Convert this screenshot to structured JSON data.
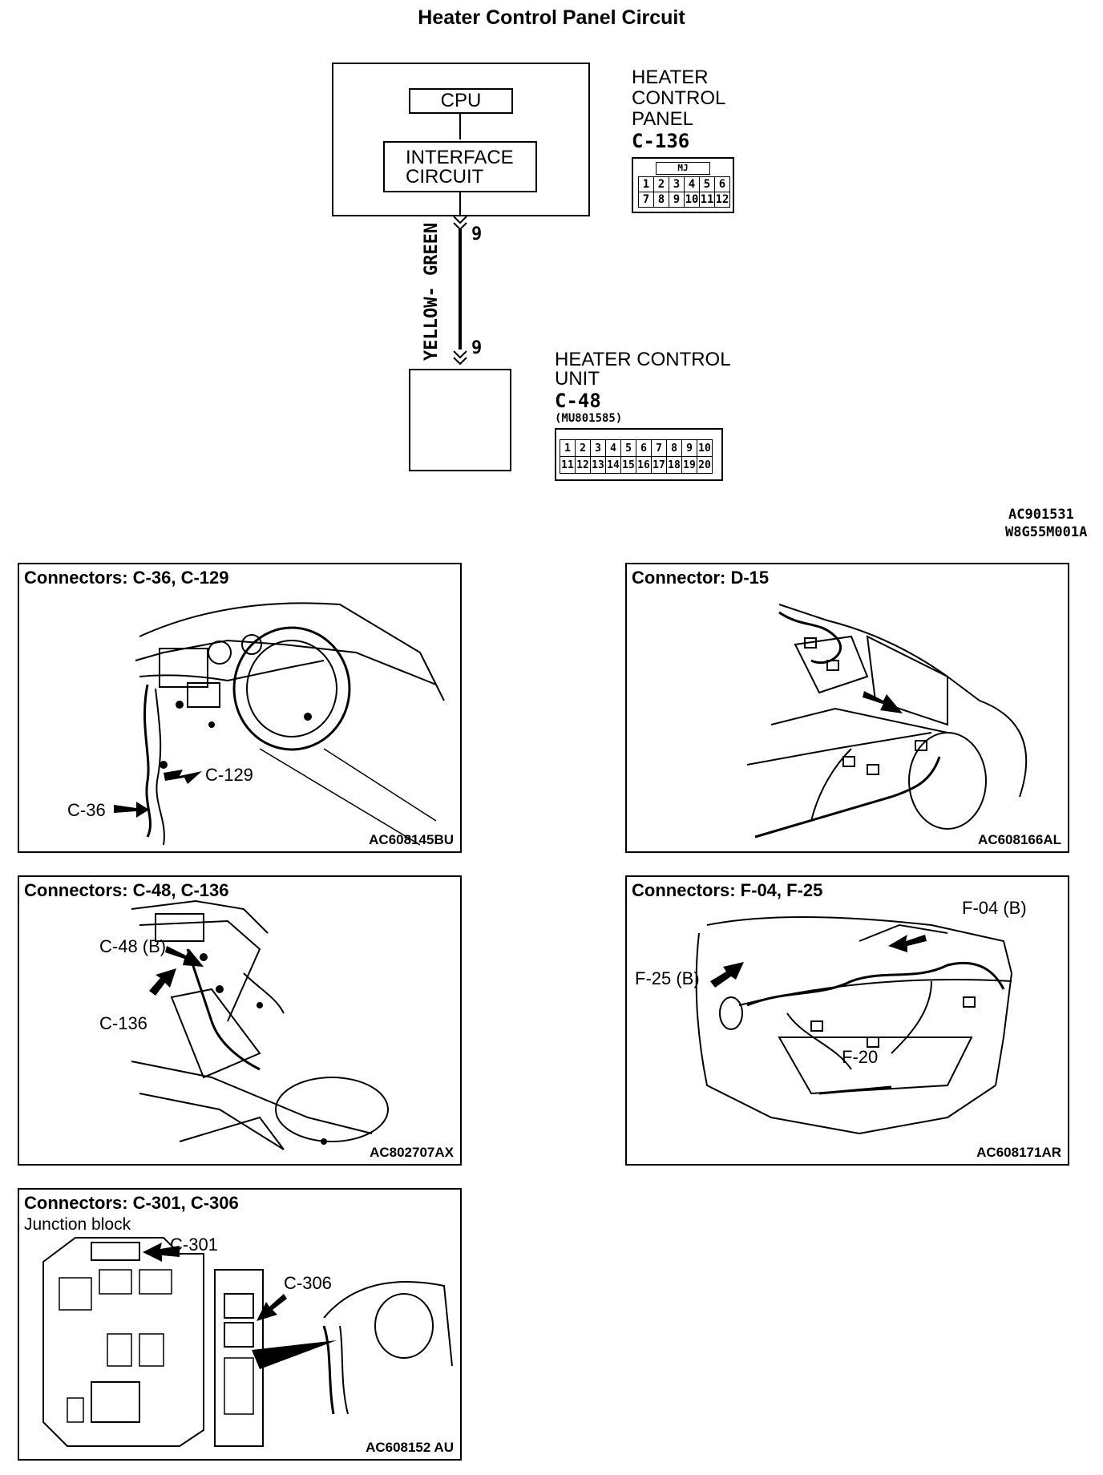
{
  "title": "Heater Control Panel Circuit",
  "schematic": {
    "panel_box": {
      "cpu_label": "CPU",
      "interface_label_line1": "INTERFACE",
      "interface_label_line2": "CIRCUIT"
    },
    "heater_control_panel": {
      "name_line1": "HEATER",
      "name_line2": "CONTROL",
      "name_line3": "PANEL",
      "connector": "C-136",
      "connector_type": "MJ",
      "pins_row1": [
        "1",
        "2",
        "3",
        "4",
        "5",
        "6"
      ],
      "pins_row2": [
        "7",
        "8",
        "9",
        "10",
        "11",
        "12"
      ]
    },
    "wire": {
      "color_label": "YELLOW- GREEN",
      "pin_top": "9",
      "pin_bottom": "9"
    },
    "heater_control_unit": {
      "name_line1": "HEATER CONTROL",
      "name_line2": "UNIT",
      "connector": "C-48",
      "part_number": "(MU801585)",
      "pins_row1": [
        "1",
        "2",
        "3",
        "4",
        "5",
        "6",
        "7",
        "8",
        "9",
        "10"
      ],
      "pins_row2": [
        "11",
        "12",
        "13",
        "14",
        "15",
        "16",
        "17",
        "18",
        "19",
        "20"
      ]
    },
    "codes": [
      "AC901531",
      "W8G55M001A"
    ]
  },
  "panels": [
    {
      "title": "Connectors: C-36, C-129",
      "code": "AC608145BU",
      "callouts": [
        "C-129",
        "C-36"
      ]
    },
    {
      "title": "Connector: D-15",
      "code": "AC608166AL",
      "callouts": []
    },
    {
      "title": "Connectors: C-48, C-136",
      "code": "AC802707AX",
      "callouts": [
        "C-48 (B)",
        "C-136"
      ]
    },
    {
      "title": "Connectors: F-04, F-25",
      "code": "AC608171AR",
      "callouts": [
        "F-04 (B)",
        "F-25 (B)",
        "F-20"
      ]
    },
    {
      "title": "Connectors: C-301, C-306",
      "subtitle": "Junction block",
      "code": "AC608152 AU",
      "callouts": [
        "C-301",
        "C-306"
      ]
    }
  ]
}
